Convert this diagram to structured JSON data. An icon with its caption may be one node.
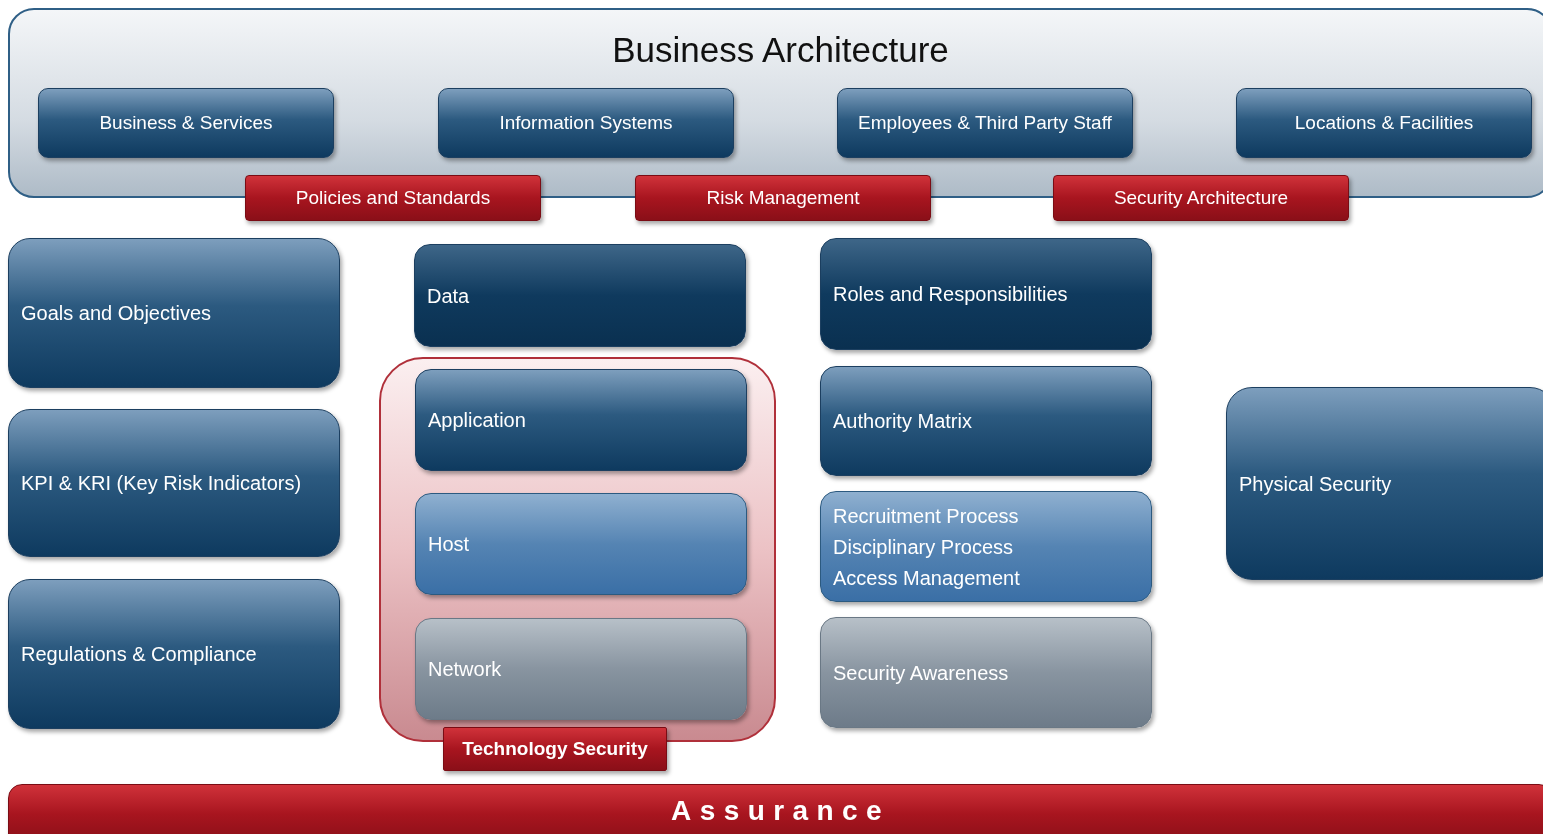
{
  "diagram": {
    "nodes": [
      {
        "text": [
          "Business Architecture"
        ]
      },
      {
        "text": [
          "Business & Services"
        ],
        "in": 0
      },
      {
        "text": [
          "Information Systems"
        ],
        "in": 0
      },
      {
        "text": [
          "Employees & Third Party Staff"
        ],
        "in": 0
      },
      {
        "text": [
          "Locations & Facilities"
        ],
        "in": 0
      },
      {
        "text": [
          "Policies and Standards"
        ]
      },
      {
        "text": [
          "Risk Management"
        ]
      },
      {
        "text": [
          "Security Architecture"
        ]
      },
      {
        "text": [
          "Goals and Objectives"
        ]
      },
      {
        "text": [
          "KPI & KRI (Key Risk Indicators)"
        ]
      },
      {
        "text": [
          "Regulations & Compliance"
        ]
      },
      {
        "text": [
          "Data"
        ]
      },
      {
        "text": [
          "Technology Security"
        ]
      },
      {
        "text": [
          "Application"
        ],
        "in": 12
      },
      {
        "text": [
          "Host"
        ],
        "in": 12
      },
      {
        "text": [
          "Network"
        ],
        "in": 12
      },
      {
        "text": [
          "Roles and Responsibilities"
        ]
      },
      {
        "text": [
          "Authority Matrix"
        ]
      },
      {
        "text": [
          "Recruitment Process",
          "Disciplinary Process",
          "Access Management"
        ]
      },
      {
        "text": [
          "Security Awareness"
        ]
      },
      {
        "text": [
          "Physical Security"
        ]
      },
      {
        "text": [
          "Assurance"
        ]
      }
    ]
  }
}
